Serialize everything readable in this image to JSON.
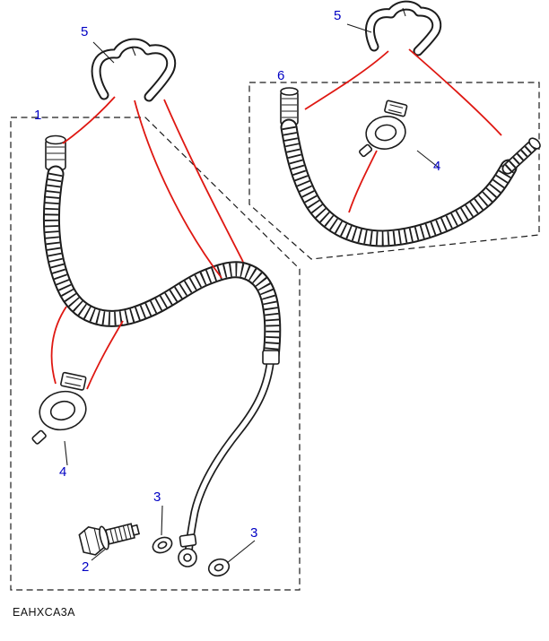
{
  "diagram": {
    "code": "EAHXCA3A",
    "colors": {
      "callout": "#0000c4",
      "leader": "#df1812",
      "line": "#1c1c1c"
    },
    "callouts": [
      {
        "id": "callout-5-left",
        "label": "5"
      },
      {
        "id": "callout-5-right",
        "label": "5"
      },
      {
        "id": "callout-1",
        "label": "1"
      },
      {
        "id": "callout-6",
        "label": "6"
      },
      {
        "id": "callout-4-right",
        "label": "4"
      },
      {
        "id": "callout-4-left",
        "label": "4"
      },
      {
        "id": "callout-3-upper",
        "label": "3"
      },
      {
        "id": "callout-2",
        "label": "2"
      },
      {
        "id": "callout-3-lower",
        "label": "3"
      }
    ]
  }
}
